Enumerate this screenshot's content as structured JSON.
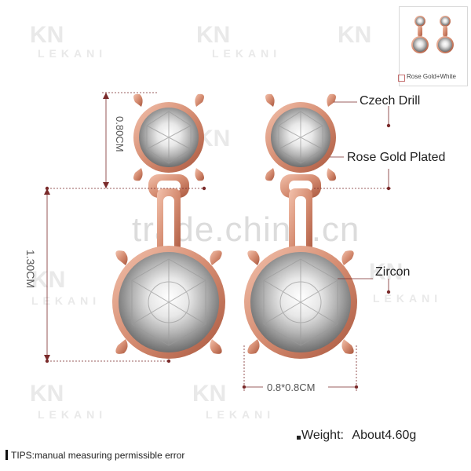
{
  "watermark": {
    "logo": "KN",
    "brand": "LEKANI",
    "center": "trade.china.cn"
  },
  "callouts": {
    "czech_drill": "Czech Drill",
    "rose_gold": "Rose Gold Plated",
    "zircon": "Zircon"
  },
  "dimensions": {
    "top_height": "0.80CM",
    "bottom_height": "1.30CM",
    "stone_size": "0.8*0.8CM"
  },
  "thumbnail": {
    "legend": "Rose Gold+White"
  },
  "weight": {
    "label": "Weight:",
    "value": "About4.60g"
  },
  "tips": {
    "text": "TIPS:manual measuring permissible error"
  },
  "colors": {
    "rose_gold": "#d9967c",
    "rose_gold_dark": "#b5694f",
    "line": "#7a2a2a",
    "stone_light": "#f4f4f4",
    "stone_dark": "#8a8a8a"
  }
}
